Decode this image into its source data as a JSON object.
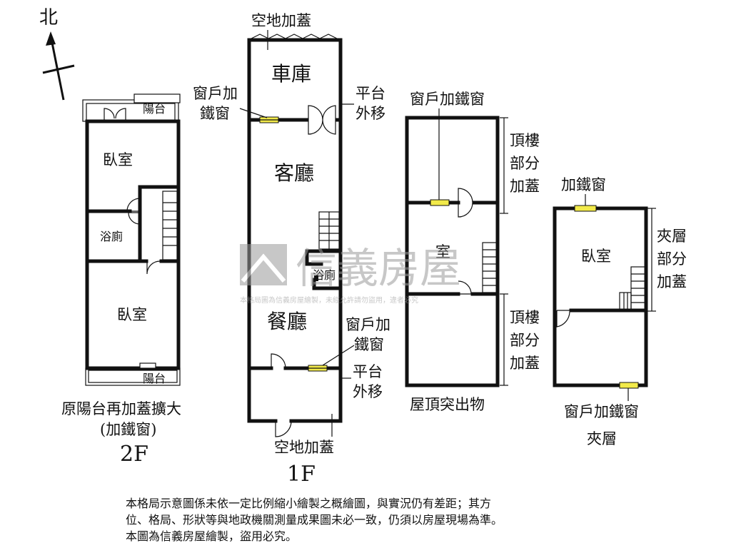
{
  "compass": {
    "label": "北"
  },
  "watermark": {
    "brand": "信義房屋",
    "notice": "本格局圖為信義房屋繪製，未經允許請勿盜用，違者必究"
  },
  "floor_2f": {
    "title": "2F",
    "note_line1": "原陽台再加蓋擴大",
    "note_line2": "(加鐵窗)",
    "rooms": {
      "balcony_top": "陽台",
      "bedroom_top": "臥室",
      "bath": "浴廁",
      "bedroom_bottom": "臥室",
      "balcony_bottom": "陽台"
    }
  },
  "floor_1f": {
    "title": "1F",
    "top_label": "空地加蓋",
    "bottom_label": "空地加蓋",
    "rooms": {
      "garage": "車庫",
      "living": "客廳",
      "bath": "浴廁",
      "dining": "餐廳"
    },
    "annotations": {
      "window_top_l1": "窗戶加",
      "window_top_l2": "鐵窗",
      "platform_top_l1": "平台",
      "platform_top_l2": "外移",
      "window_bottom_l1": "窗戶加",
      "window_bottom_l2": "鐵窗",
      "platform_bottom_l1": "平台",
      "platform_bottom_l2": "外移"
    }
  },
  "roof": {
    "title": "屋頂突出物",
    "window_label": "窗戶加鐵窗",
    "room": "室",
    "side_top": [
      "頂樓",
      "部分",
      "加蓋"
    ],
    "side_bottom": [
      "頂樓",
      "部分",
      "加蓋"
    ]
  },
  "mezzanine": {
    "title": "夾層",
    "window_top": "加鐵窗",
    "window_bottom": "窗戶加鐵窗",
    "room": "臥室",
    "side": [
      "夾層",
      "部分",
      "加蓋"
    ]
  },
  "disclaimer": {
    "line1": "本格局示意圖係未依一定比例縮小繪製之概繪圖，與實況仍有差距；其方",
    "line2": "位、格局、形狀等與地政機關測量成果圖未必一致，仍須以房屋現場為準。",
    "line3": "本圖為信義房屋繪製，盜用必究。"
  },
  "colors": {
    "wall": "#111111",
    "window": "#f2ea4a",
    "watermark": "#9a9a9a"
  }
}
